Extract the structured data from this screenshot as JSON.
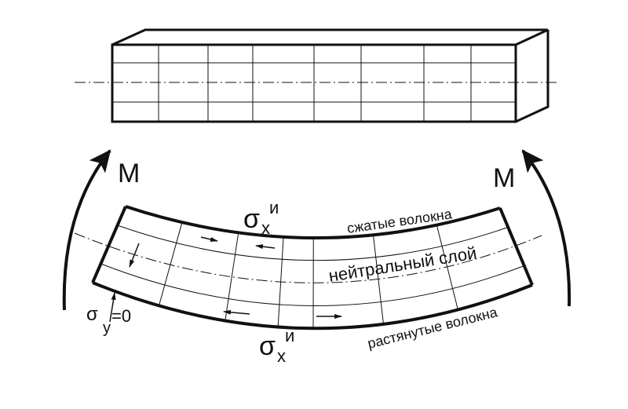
{
  "labels": {
    "moment_left": "M",
    "moment_right": "M",
    "sigma": "σ",
    "sub_x": "x",
    "sup_i": "и",
    "sigma_y_zero_sigma": "σ",
    "sigma_y_zero_sub": "y",
    "sigma_y_zero_eq": "=0",
    "compressed_fibers": "сжатые волокна",
    "neutral_layer": "нейтральный слой",
    "stretched_fibers": "растянутые волокна"
  },
  "colors": {
    "stroke": "#111111",
    "background": "#ffffff"
  }
}
